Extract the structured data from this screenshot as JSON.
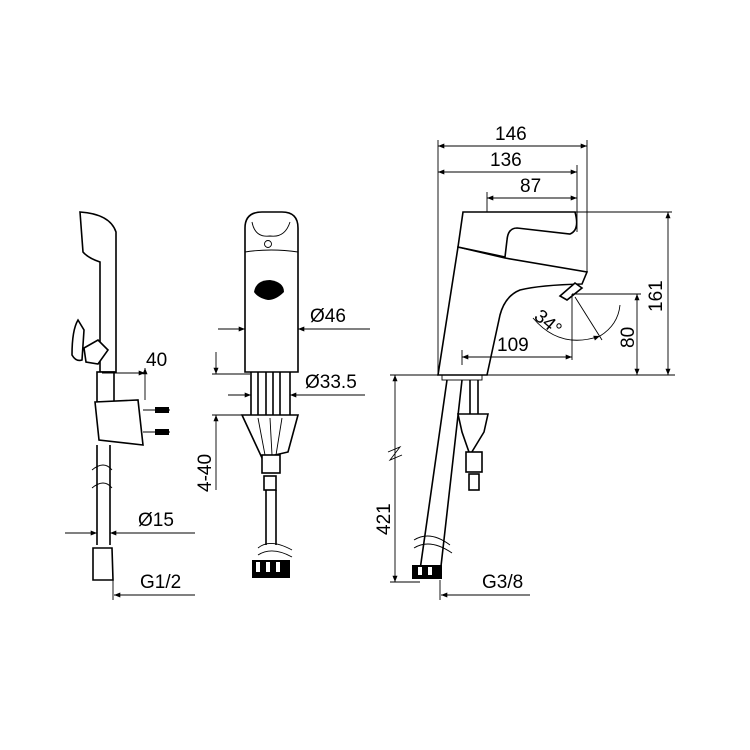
{
  "drawing": {
    "side_view_dims": {
      "width_40": "40",
      "hose_diameter": "Ø15",
      "thread": "G1/2"
    },
    "front_view_dims": {
      "body_diameter": "Ø46",
      "base_diameter": "Ø33.5",
      "deck_range": "4-40"
    },
    "profile_view_dims": {
      "overall_length": "146",
      "handle_length": "136",
      "handle_offset": "87",
      "height": "161",
      "spout_height": "80",
      "spout_reach": "109",
      "spray_angle": "34°",
      "hose_length": "421",
      "thread": "G3/8"
    }
  }
}
